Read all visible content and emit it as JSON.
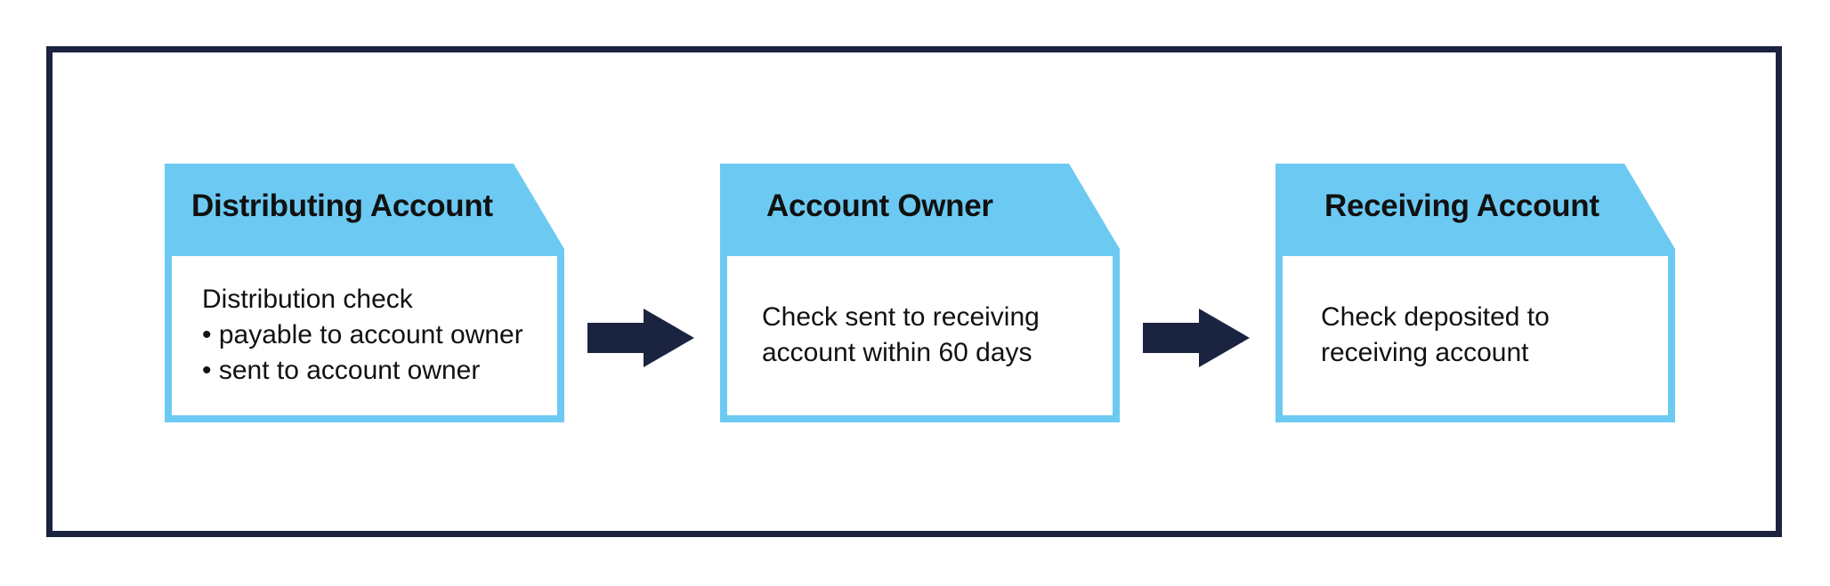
{
  "colors": {
    "frame": "#1a2440",
    "box_accent": "#6ccaf2",
    "arrow": "#1a2440",
    "text": "#111111"
  },
  "steps": [
    {
      "title": "Distributing Account",
      "lines": [
        "Distribution check",
        "• payable to account owner",
        "• sent to account owner"
      ]
    },
    {
      "title": "Account Owner",
      "lines": [
        "Check sent to receiving",
        "account within 60 days"
      ]
    },
    {
      "title": "Receiving Account",
      "lines": [
        "Check deposited to",
        "receiving account"
      ]
    }
  ],
  "connectors": [
    {
      "icon": "right-arrow-icon"
    },
    {
      "icon": "right-arrow-icon"
    }
  ]
}
